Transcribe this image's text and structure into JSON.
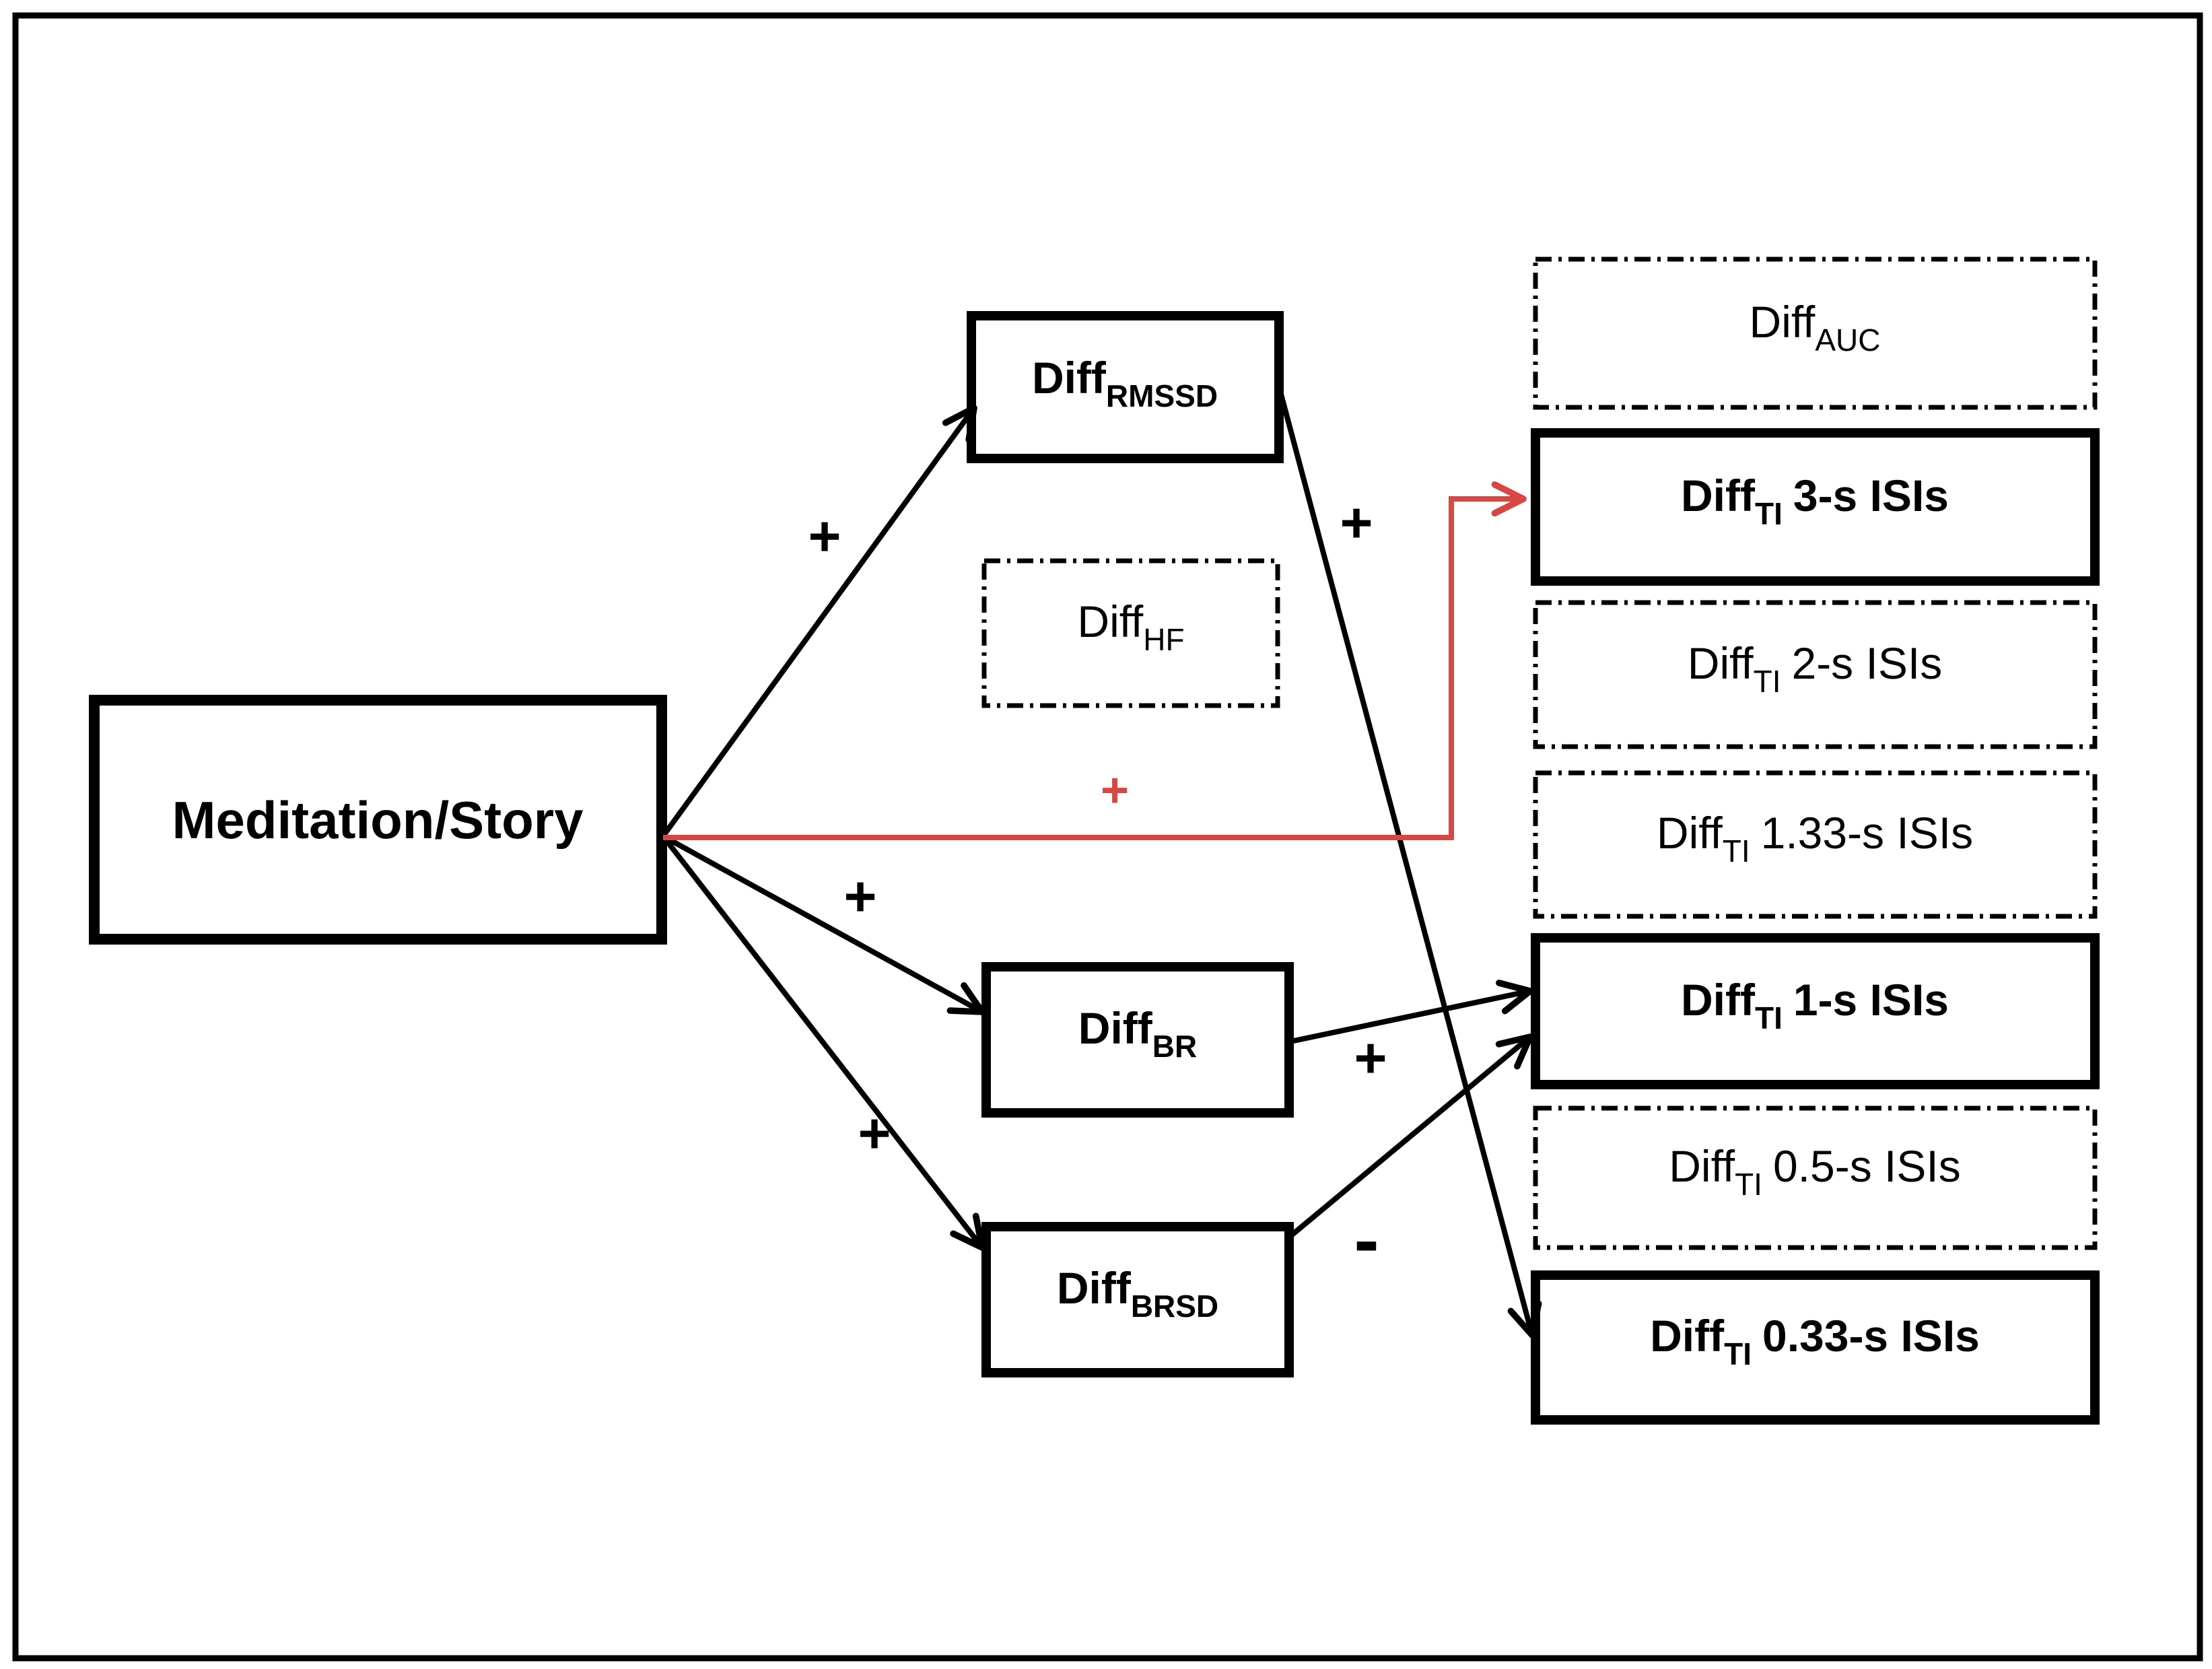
{
  "figure": {
    "type": "path-diagram",
    "background": "#ffffff",
    "line_color": "#000000",
    "accent_red": "#d94743"
  },
  "nodes": {
    "meditation": {
      "label": "Meditation/Story",
      "style": "solid-bold"
    },
    "rmssd": {
      "main": "Diff",
      "sub": "RMSSD",
      "suffix": "",
      "style": "solid-bold"
    },
    "hf": {
      "main": "Diff",
      "sub": "HF",
      "suffix": "",
      "style": "dash-dot"
    },
    "br": {
      "main": "Diff",
      "sub": "BR",
      "suffix": "",
      "style": "solid-bold"
    },
    "brsd": {
      "main": "Diff",
      "sub": "BRSD",
      "suffix": "",
      "style": "solid-bold"
    },
    "auc": {
      "main": "Diff",
      "sub": "AUC",
      "suffix": "",
      "style": "dash-dot"
    },
    "ti3": {
      "main": "Diff",
      "sub": "TI",
      "suffix": "3-s ISIs",
      "style": "solid-bold"
    },
    "ti2": {
      "main": "Diff",
      "sub": "TI",
      "suffix": "2-s ISIs",
      "style": "dash-dot"
    },
    "ti133": {
      "main": "Diff",
      "sub": "TI",
      "suffix": "1.33-s ISIs",
      "style": "dash-dot"
    },
    "ti1": {
      "main": "Diff",
      "sub": "TI",
      "suffix": "1-s ISIs",
      "style": "solid-bold"
    },
    "ti05": {
      "main": "Diff",
      "sub": "TI",
      "suffix": "0.5-s ISIs",
      "style": "dash-dot"
    },
    "ti033": {
      "main": "Diff",
      "sub": "TI",
      "suffix": "0.33-s ISIs",
      "style": "solid-bold"
    }
  },
  "edges": {
    "med_rmssd": {
      "from": "meditation",
      "to": "rmssd",
      "sign": "+",
      "color": "black"
    },
    "med_br": {
      "from": "meditation",
      "to": "br",
      "sign": "+",
      "color": "black"
    },
    "med_brsd": {
      "from": "meditation",
      "to": "brsd",
      "sign": "+",
      "color": "black"
    },
    "med_ti3": {
      "from": "meditation",
      "to": "ti3",
      "sign": "+",
      "color": "red"
    },
    "rmssd_ti033": {
      "from": "rmssd",
      "to": "ti033",
      "sign": "+",
      "color": "black"
    },
    "br_ti1": {
      "from": "br",
      "to": "ti1",
      "sign": "+",
      "color": "black"
    },
    "brsd_ti1": {
      "from": "brsd",
      "to": "ti1",
      "sign": "-",
      "color": "black"
    }
  }
}
